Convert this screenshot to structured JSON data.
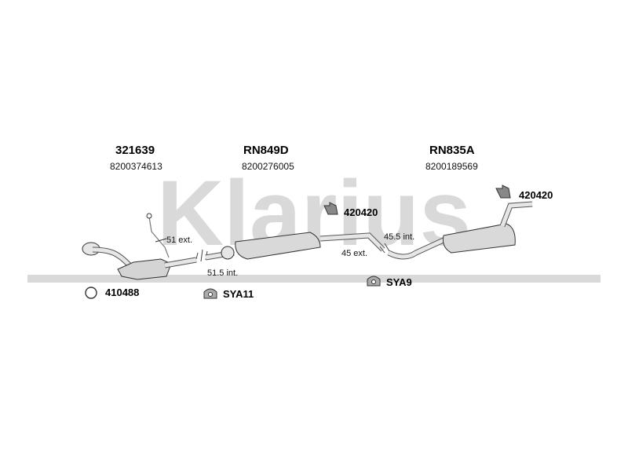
{
  "watermark": {
    "text": "Klarius",
    "color": "#d9d9d9"
  },
  "colors": {
    "metal_light": "#e6e6e6",
    "metal_mid": "#bfbfbf",
    "metal_dark": "#8a8a8a",
    "outline": "#333333"
  },
  "sections": [
    {
      "part_number": "321639",
      "oe_number": "8200374613"
    },
    {
      "part_number": "RN849D",
      "oe_number": "8200276005"
    },
    {
      "part_number": "RN835A",
      "oe_number": "8200189569"
    }
  ],
  "accessories": [
    {
      "code": "410488",
      "icon": "gasket-ring-icon"
    },
    {
      "code": "SYA11",
      "icon": "rubber-mount-icon"
    },
    {
      "code": "420420",
      "icon": "bracket-clamp-icon"
    },
    {
      "code": "SYA9",
      "icon": "rubber-mount-icon"
    },
    {
      "code": "420420",
      "icon": "bracket-clamp-icon"
    }
  ],
  "dimensions": [
    "51 ext.",
    "51.5 int.",
    "45.5 int.",
    "45 ext."
  ]
}
